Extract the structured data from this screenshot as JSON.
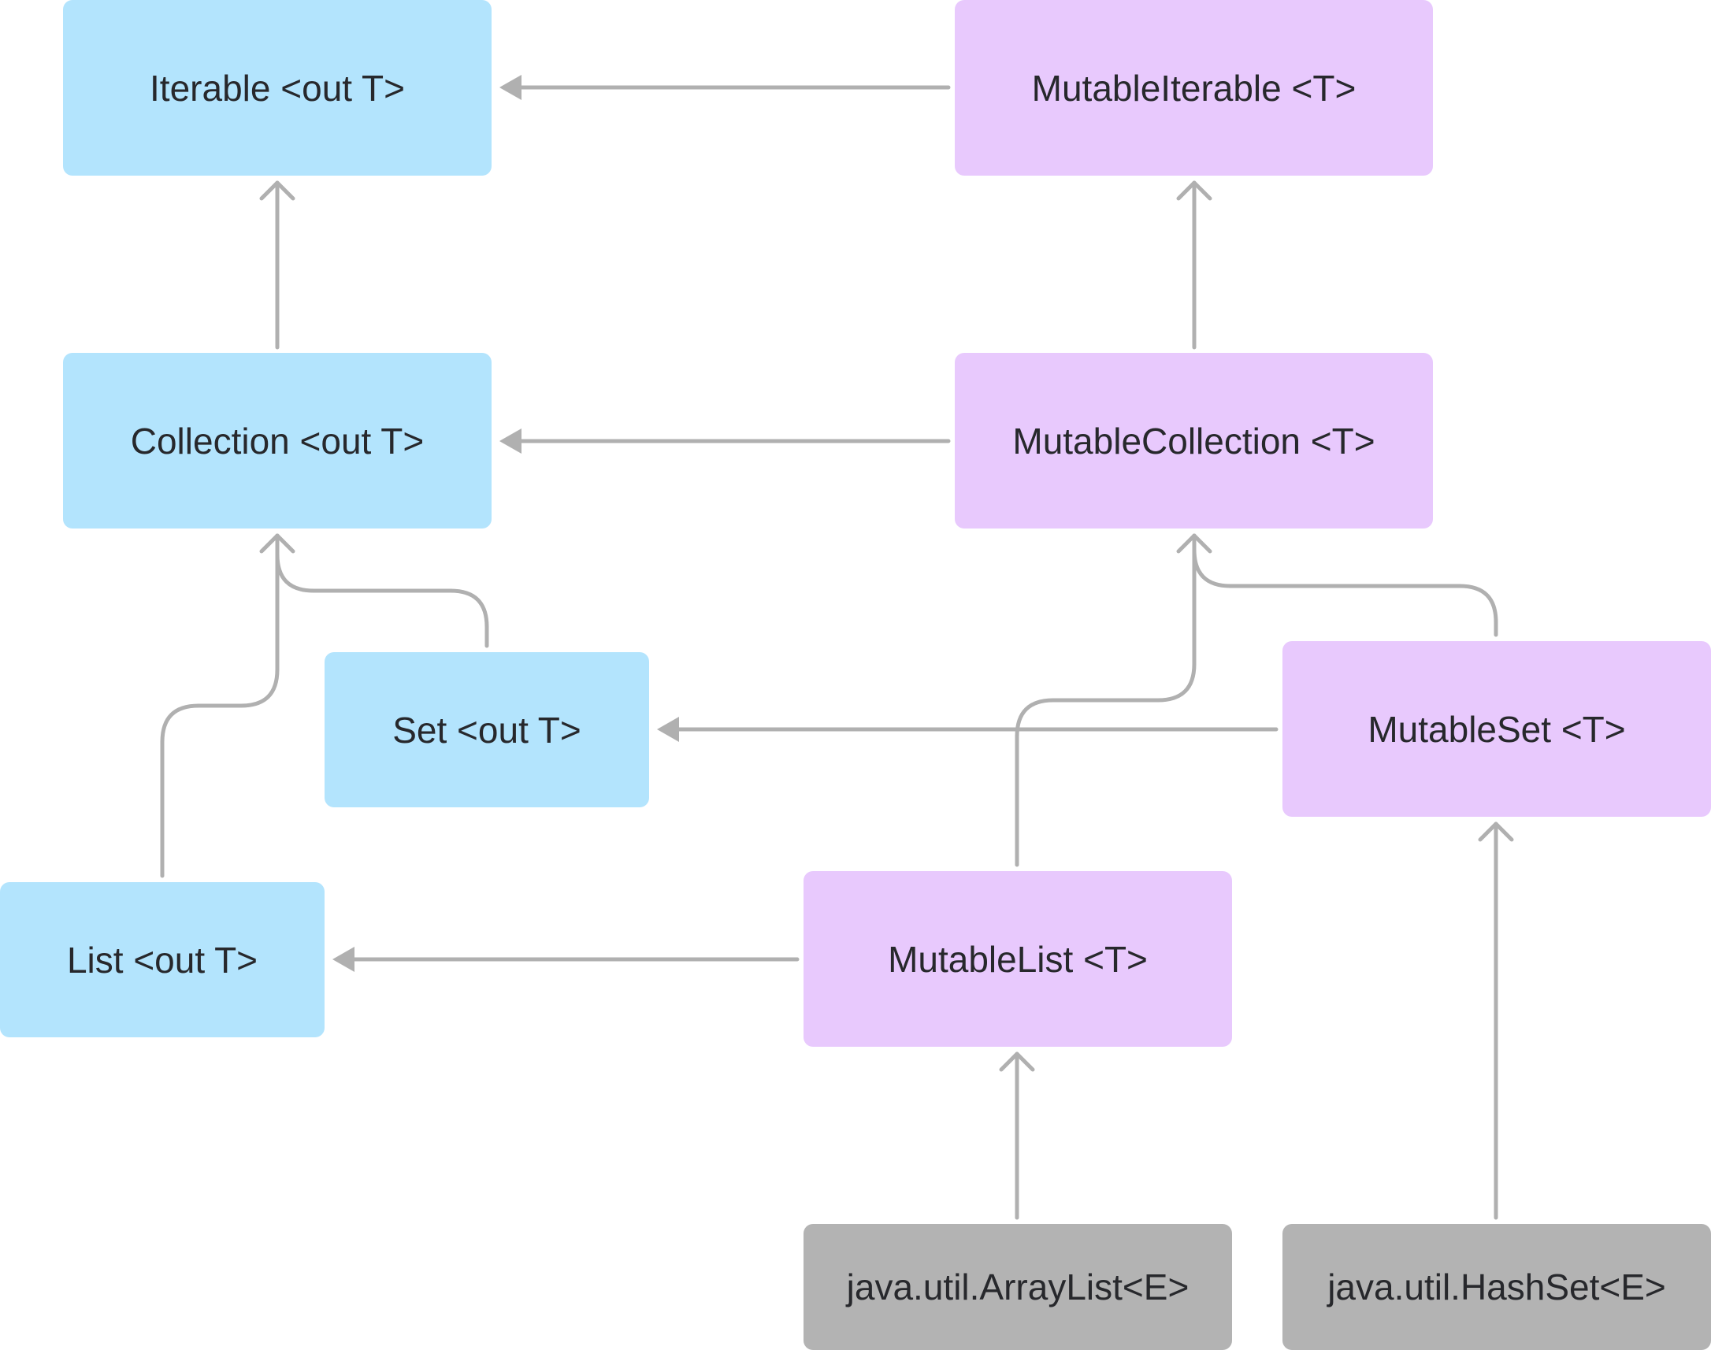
{
  "diagram": {
    "colors": {
      "read_only": "#b3e4fd",
      "mutable": "#e8c9fd",
      "java": "#b3b3b3",
      "edge": "#b0b0b0",
      "text": "#27282c"
    },
    "nodes": {
      "iterable": "Iterable <out T>",
      "mutable_iterable": "MutableIterable <T>",
      "collection": "Collection <out T>",
      "mutable_collection": "MutableCollection <T>",
      "set": "Set <out T>",
      "mutable_set": "MutableSet <T>",
      "list": "List <out T>",
      "mutable_list": "MutableList <T>",
      "arraylist": "java.util.ArrayList<E>",
      "hashset": "java.util.HashSet<E>"
    },
    "edges": [
      {
        "from": "mutable_iterable",
        "to": "iterable",
        "arrow": "filled"
      },
      {
        "from": "collection",
        "to": "iterable",
        "arrow": "open"
      },
      {
        "from": "mutable_collection",
        "to": "mutable_iterable",
        "arrow": "open"
      },
      {
        "from": "mutable_collection",
        "to": "collection",
        "arrow": "filled"
      },
      {
        "from": "set",
        "to": "collection",
        "arrow": "open"
      },
      {
        "from": "list",
        "to": "collection",
        "arrow": "open"
      },
      {
        "from": "mutable_set",
        "to": "set",
        "arrow": "filled"
      },
      {
        "from": "mutable_set",
        "to": "mutable_collection",
        "arrow": "open"
      },
      {
        "from": "mutable_list",
        "to": "mutable_collection",
        "arrow": "open"
      },
      {
        "from": "mutable_list",
        "to": "list",
        "arrow": "filled"
      },
      {
        "from": "arraylist",
        "to": "mutable_list",
        "arrow": "open"
      },
      {
        "from": "hashset",
        "to": "mutable_set",
        "arrow": "open"
      }
    ]
  }
}
